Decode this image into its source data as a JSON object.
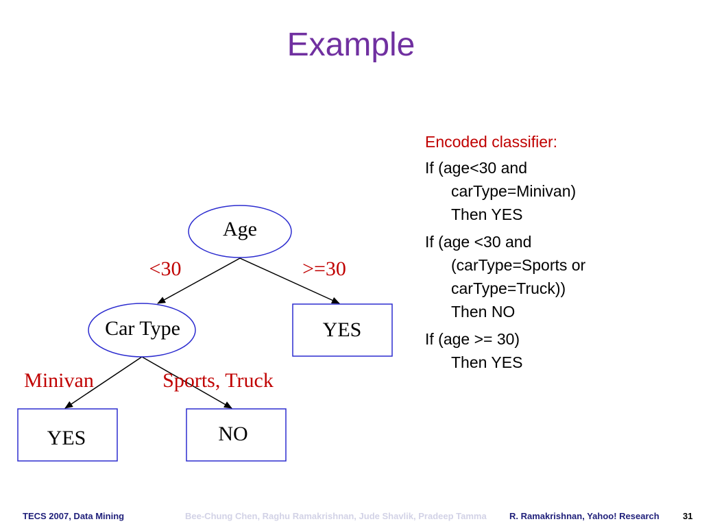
{
  "slide": {
    "title": "Example",
    "title_color": "#7030a0"
  },
  "tree": {
    "root": {
      "label": "Age"
    },
    "edge_left": "<30",
    "edge_right": ">=30",
    "car_type": {
      "label": "Car Type"
    },
    "leaf_right": {
      "label": "YES"
    },
    "edge_minivan": "Minivan",
    "edge_sports": "Sports, Truck",
    "leaf_minivan": {
      "label": "YES"
    },
    "leaf_sports": {
      "label": "NO"
    },
    "colors": {
      "shape_stroke": "#2b2bcf",
      "edge_label": "#c00000",
      "node_text": "#000000",
      "line": "#000000"
    }
  },
  "classifier": {
    "heading": "Encoded classifier:",
    "heading_color": "#c00000",
    "rules": [
      {
        "lines": [
          "If (age<30 and",
          "carType=Minivan)",
          "Then YES"
        ]
      },
      {
        "lines": [
          "If (age <30 and",
          "(carType=Sports or",
          "carType=Truck))",
          "Then NO"
        ]
      },
      {
        "lines": [
          "If (age >= 30)",
          "Then YES"
        ]
      }
    ]
  },
  "footer": {
    "left": "TECS 2007, Data Mining",
    "center": "Bee-Chung Chen, Raghu Ramakrishnan, Jude Shavlik, Pradeep Tamma",
    "right": "R. Ramakrishnan, Yahoo! Research",
    "page": "31",
    "right_color": "#1f1f7a",
    "center_color": "#7f7fb8"
  }
}
